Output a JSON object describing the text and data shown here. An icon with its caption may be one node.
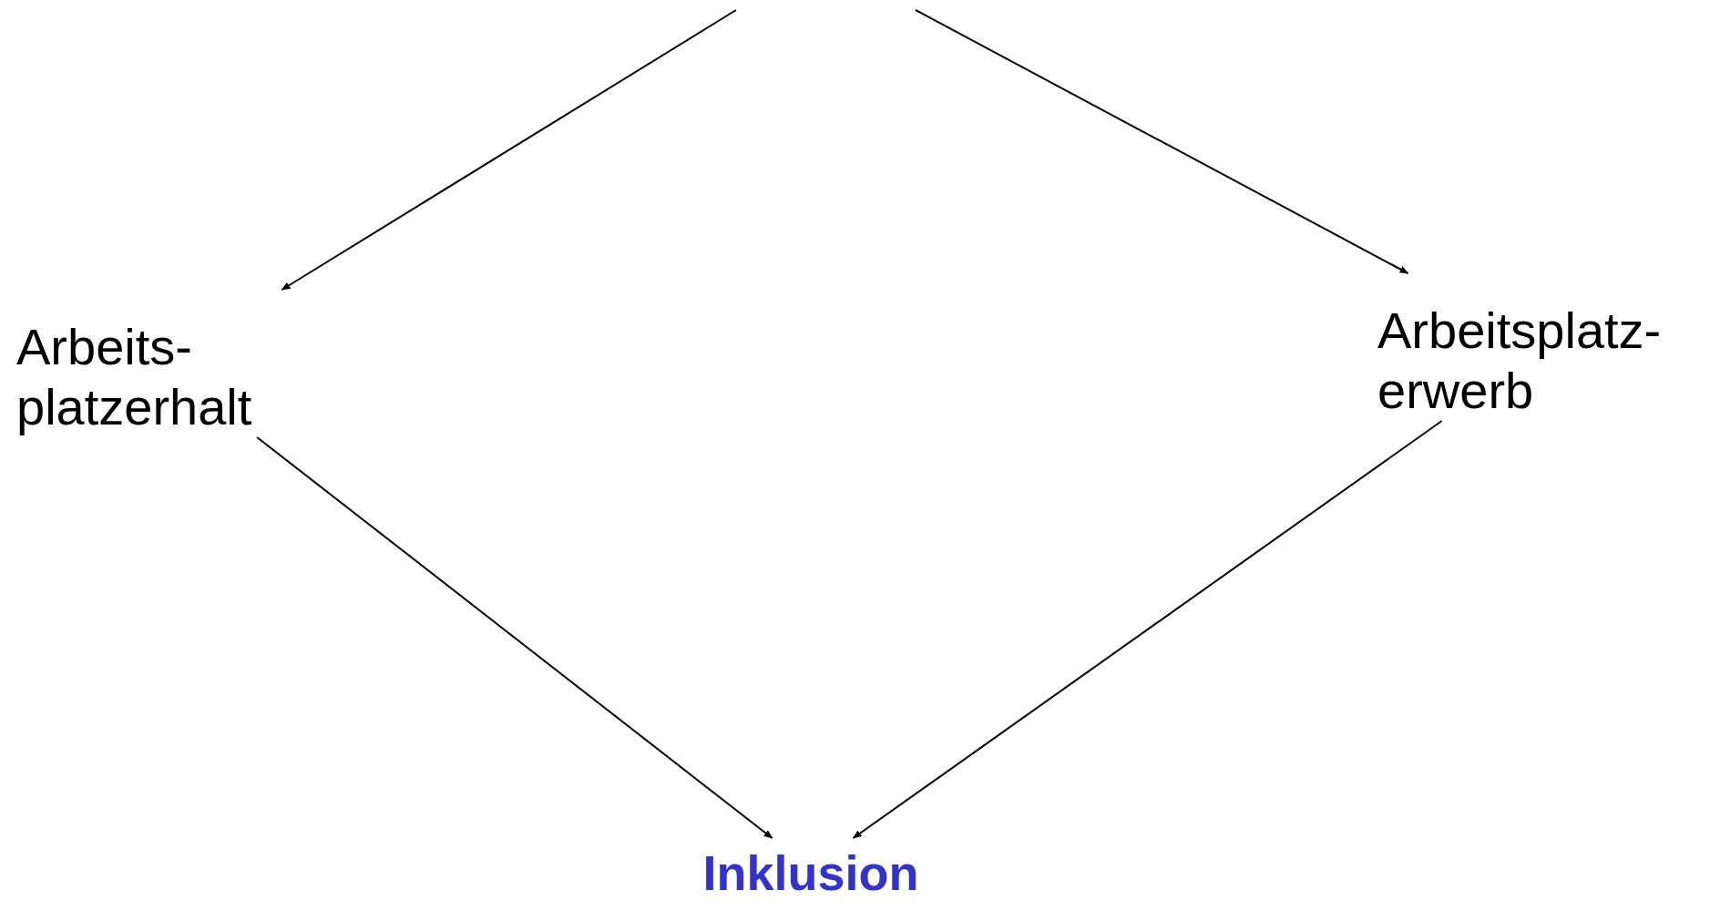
{
  "diagram": {
    "nodes": [
      {
        "text": [
          "Arbeits- platzerhalt"
        ]
      },
      {
        "text": [
          "Arbeitsplatz- erwerb"
        ]
      },
      {
        "text": [
          "Inklusion"
        ]
      }
    ],
    "edges": [
      {
        "from": null,
        "to": 0,
        "arrow": "to"
      },
      {
        "from": null,
        "to": 1,
        "arrow": "to"
      },
      {
        "from": 0,
        "to": 2,
        "arrow": "to"
      },
      {
        "from": 1,
        "to": 2,
        "arrow": "to"
      }
    ]
  }
}
